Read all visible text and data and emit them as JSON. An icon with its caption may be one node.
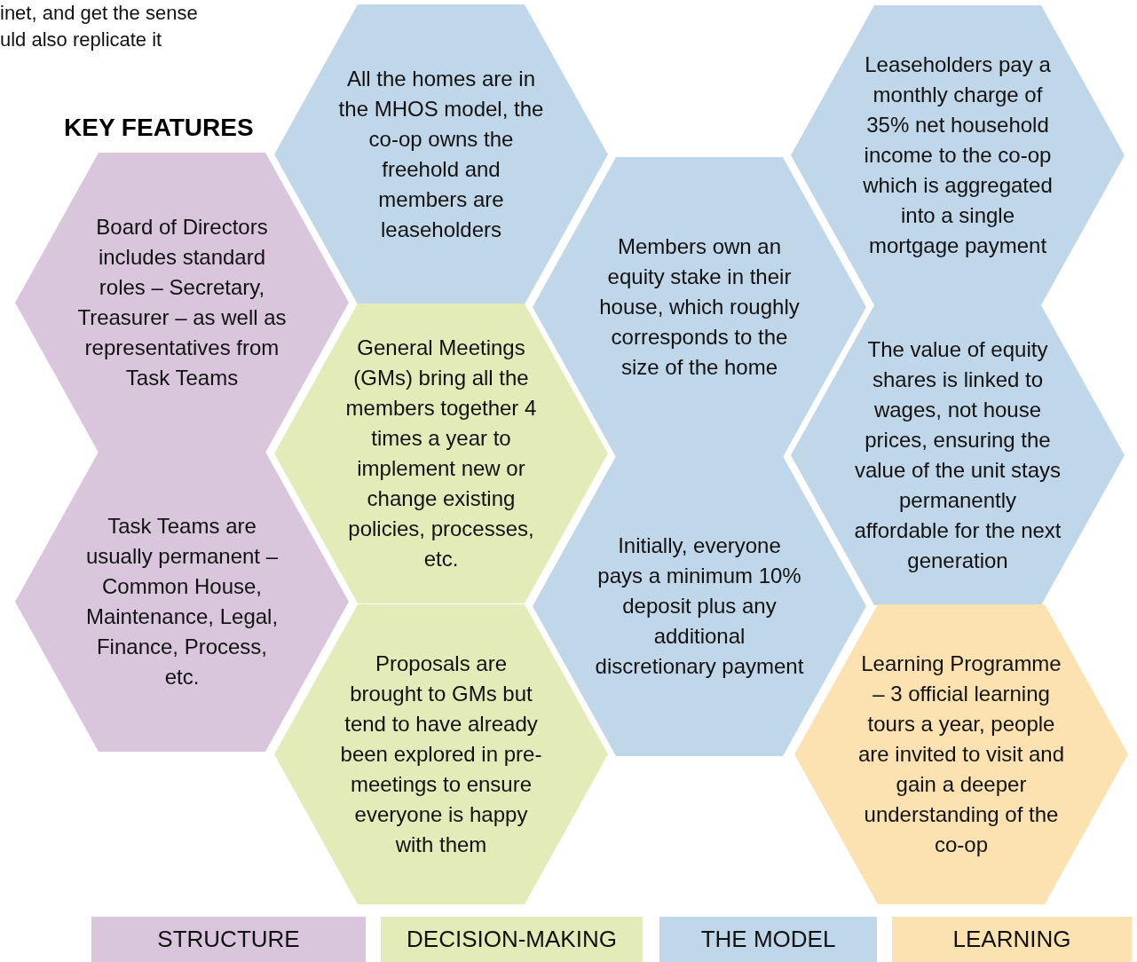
{
  "diagram": {
    "title": "KEY FEATURES",
    "nodes": [
      {
        "text": [
          "Board of Directors includes standard roles – Secretary, Treasurer – as well as representatives from Task Teams"
        ]
      },
      {
        "text": [
          "Task Teams are usually permanent – Common House, Maintenance, Legal, Finance, Process, etc."
        ]
      },
      {
        "text": [
          "All the homes are in the MHOS model, the co-op owns the freehold and members are leaseholders"
        ]
      },
      {
        "text": [
          "General Meetings (GMs) bring all the members together 4 times a year to implement new or change existing policies, processes, etc."
        ]
      },
      {
        "text": [
          "Proposals are brought to GMs but tend to have already been explored in pre-meetings to ensure everyone is happy with them"
        ]
      },
      {
        "text": [
          "Members own an equity stake in their house, which roughly corresponds to the size of the home"
        ]
      },
      {
        "text": [
          "Initially, everyone pays a minimum 10% deposit plus any additional discretionary payment"
        ]
      },
      {
        "text": [
          "Leaseholders pay a monthly charge of 35% net household income to the co-op which is aggregated into a single mortgage payment"
        ]
      },
      {
        "text": [
          "The value of equity shares is linked to wages, not house prices, ensuring the value of the unit stays permanently affordable for the next generation"
        ]
      },
      {
        "text": [
          "Learning Programme – 3 official learning tours a year, people are invited to visit and gain a deeper understanding of the co-op"
        ]
      }
    ],
    "labels": [
      "inet, and get the sense",
      "uld also replicate it"
    ],
    "legend": [
      {
        "text": "STRUCTURE",
        "color": "#d9c6dd"
      },
      {
        "text": "DECISION-MAKING",
        "color": "#e3ebb9"
      },
      {
        "text": "THE MODEL",
        "color": "#c0d7ea"
      },
      {
        "text": "LEARNING",
        "color": "#fbe2b0"
      }
    ]
  }
}
